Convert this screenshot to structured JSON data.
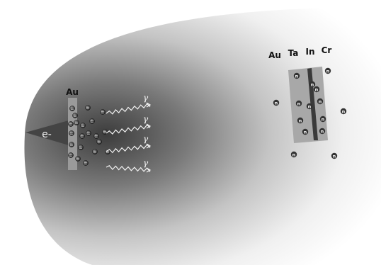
{
  "beam": {
    "label": "e-"
  },
  "converter": {
    "label": "Au"
  },
  "photon": {
    "symbol": "γ",
    "count": 4
  },
  "target": {
    "layers": [
      {
        "label": "Au"
      },
      {
        "label": "Ta"
      },
      {
        "label": "In"
      },
      {
        "label": "Cr"
      }
    ]
  },
  "particles": {
    "converter_region_count": 21,
    "neutron_label": "n",
    "neutron_count": 15
  },
  "colors": {
    "cone": "#444444",
    "converter_plate": "#9a9a9a",
    "target_plate": "#a8a8a8",
    "target_stripe": "#3a3a3a",
    "particle": "#333333"
  }
}
